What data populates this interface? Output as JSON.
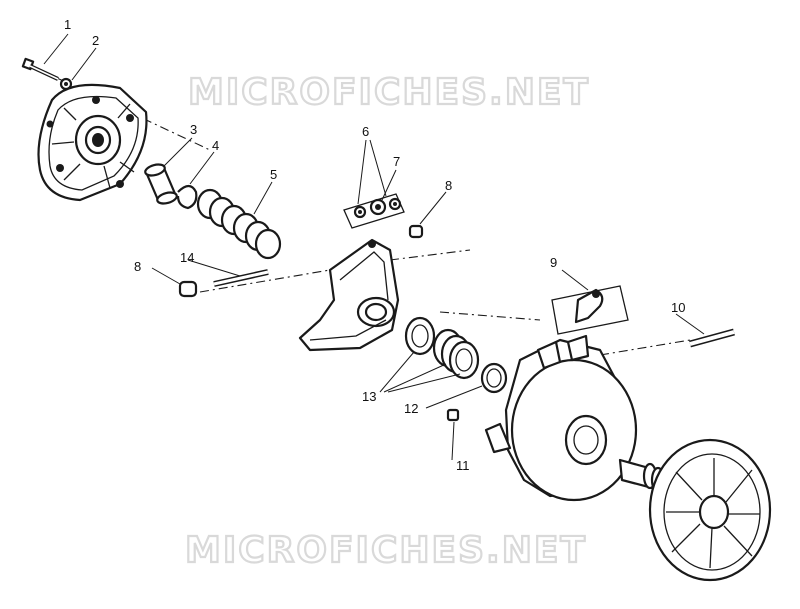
{
  "watermark": {
    "top": "MICROFICHES.NET",
    "bottom": "MICROFICHES.NET"
  },
  "callouts": [
    "1",
    "2",
    "3",
    "4",
    "5",
    "6",
    "7",
    "8",
    "8",
    "9",
    "10",
    "11",
    "12",
    "13",
    "14"
  ]
}
